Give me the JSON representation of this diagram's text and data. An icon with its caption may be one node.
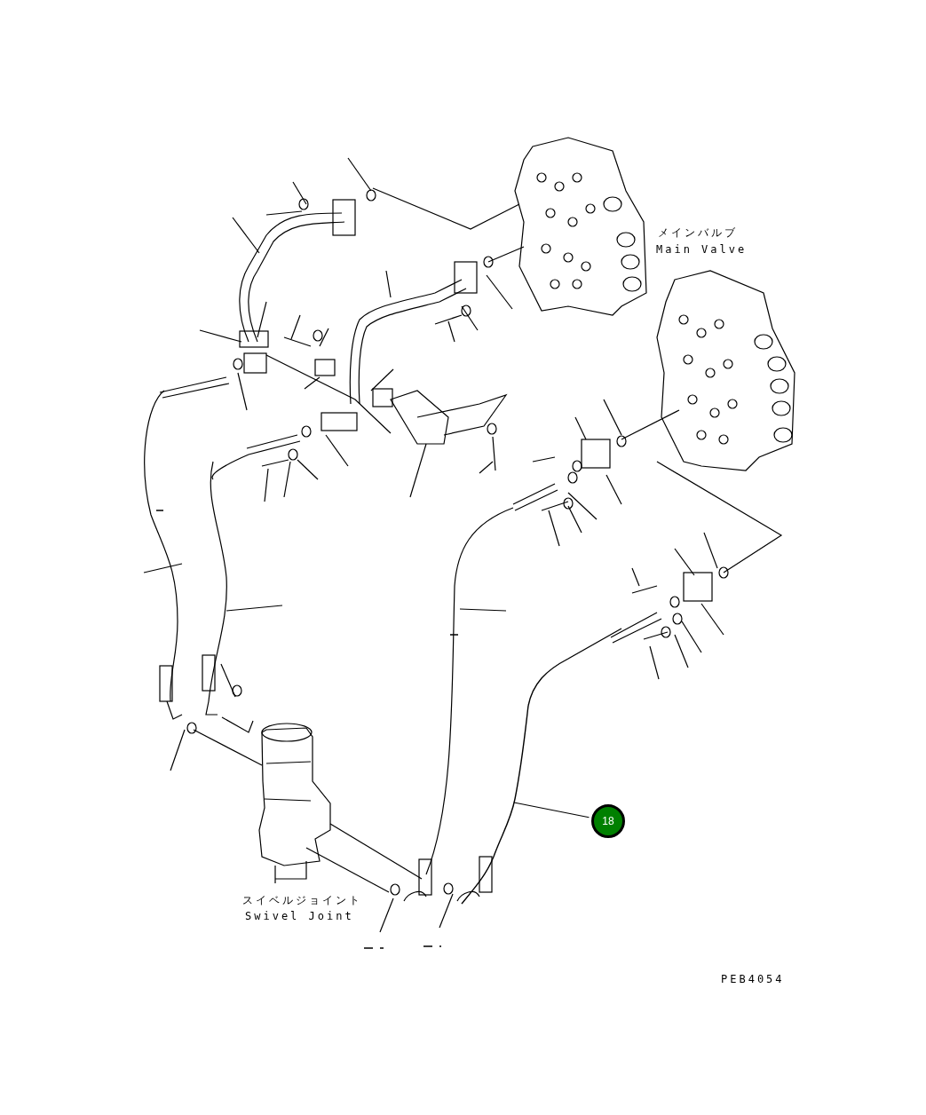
{
  "diagram": {
    "nodes": [
      {
        "text": [
          "18"
        ]
      },
      {
        "text": [],
        "shape": "picture"
      }
    ],
    "edges": [
      {
        "from": 0,
        "to": 1,
        "arrow": "none"
      }
    ],
    "labels": [
      "メインバルブ",
      "Main Valve",
      "スイベルジョイント",
      "Swivel Joint",
      "PEB4054"
    ]
  }
}
